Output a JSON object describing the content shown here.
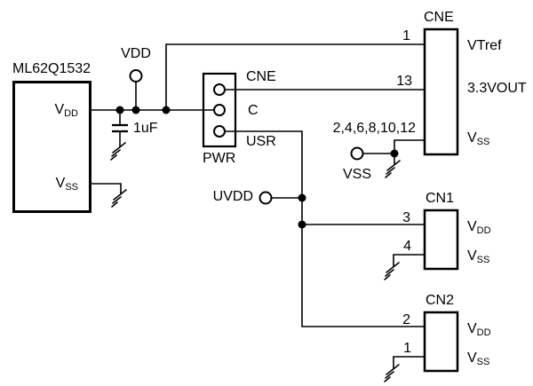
{
  "colors": {
    "ink": "#000000",
    "background": "#ffffff"
  },
  "mcu": {
    "title": "ML62Q1532",
    "pin_vdd": {
      "base": "V",
      "sub": "DD"
    },
    "pin_vss": {
      "base": "V",
      "sub": "SS"
    }
  },
  "supplies": {
    "vdd": "VDD",
    "uvdd": "UVDD",
    "vss": "VSS"
  },
  "capacitor": {
    "value": "1uF"
  },
  "pwr": {
    "title": "PWR",
    "pin_cne": "CNE",
    "pin_c": "C",
    "pin_usr": "USR"
  },
  "cne": {
    "title": "CNE",
    "pin_1": "1",
    "pin_13": "13",
    "pin_row": "2,4,6,8,10,12",
    "sig_vtref": "VTref",
    "sig_vout": "3.3VOUT",
    "sig_vss": {
      "base": "V",
      "sub": "SS"
    }
  },
  "cn1": {
    "title": "CN1",
    "pin_vdd": "3",
    "pin_vss": "4",
    "sig_vdd": {
      "base": "V",
      "sub": "DD"
    },
    "sig_vss": {
      "base": "V",
      "sub": "SS"
    }
  },
  "cn2": {
    "title": "CN2",
    "pin_vdd": "2",
    "pin_vss": "1",
    "sig_vdd": {
      "base": "V",
      "sub": "DD"
    },
    "sig_vss": {
      "base": "V",
      "sub": "SS"
    }
  }
}
